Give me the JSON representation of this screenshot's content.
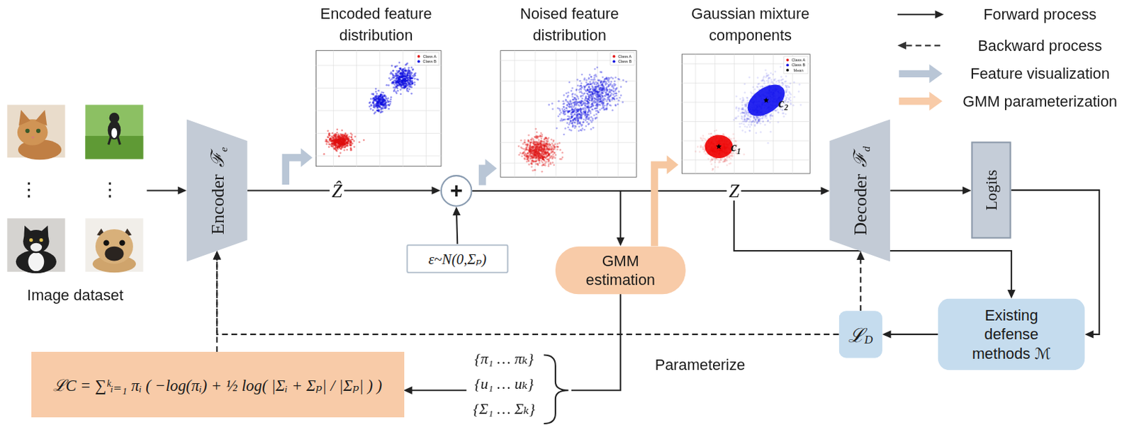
{
  "diagram": {
    "nodes": [
      {
        "text": [
          "Image dataset"
        ]
      },
      {
        "text": [
          "Encoder",
          "ℱ",
          "e"
        ]
      },
      {
        "text": [
          "Encoded feature distribution"
        ]
      },
      {
        "text": [
          "+"
        ]
      },
      {
        "text": [
          "ε~N(0,Σₚ)"
        ]
      },
      {
        "text": [
          "Noised feature distribution"
        ]
      },
      {
        "text": [
          "GMM estimation"
        ]
      },
      {
        "text": [
          "Gaussian mixture components"
        ]
      },
      {
        "text": [
          "Decoder",
          "ℱ",
          "d"
        ]
      },
      {
        "text": [
          "Logits"
        ]
      },
      {
        "text": [
          "Existing defense methods ℳ"
        ]
      },
      {
        "text": [
          "ℒ",
          "D"
        ]
      },
      {
        "text": [
          "ℒC = ∑ᵏᵢ₌₁ πᵢ ( −log(πᵢ) + ½ log( |Σᵢ + Σₚ| / |Σₚ| ) )"
        ]
      }
    ],
    "edges": [
      {
        "from": 0,
        "to": 1,
        "arrow": "to"
      },
      {
        "from": 1,
        "to": 3,
        "label": "Ẑ",
        "arrow": "to"
      },
      {
        "from": 4,
        "to": 3,
        "arrow": "to"
      },
      {
        "from": 3,
        "to": 8,
        "label": "Z",
        "arrow": "to"
      },
      {
        "from": 3,
        "to": 6,
        "arrow": "to"
      },
      {
        "from": 8,
        "to": 9,
        "arrow": "to"
      },
      {
        "from": 9,
        "to": 10,
        "arrow": "to"
      },
      {
        "from": 3,
        "to": 10,
        "arrow": "to"
      },
      {
        "from": 10,
        "to": 11,
        "arrow": "to"
      },
      {
        "from": 11,
        "to": 8,
        "arrow": "to"
      },
      {
        "from": 11,
        "to": 1,
        "arrow": "to"
      },
      {
        "from": 6,
        "to": 12,
        "arrow": "to"
      },
      {
        "from": 12,
        "to": 1,
        "arrow": "to"
      },
      {
        "from": 1,
        "to": 2,
        "arrow": "to"
      },
      {
        "from": 3,
        "to": 5,
        "arrow": "to"
      },
      {
        "from": 6,
        "to": 7,
        "arrow": "to"
      }
    ],
    "labels": [
      "⋮",
      "⋮",
      "{π₁ … πₖ}",
      "{u₁ … uₖ}",
      "{Σ₁ … Σₖ}",
      "Parameterize",
      "c₁",
      "c₂",
      "Class A",
      "Class B",
      "Class A",
      "Class B",
      "Class A",
      "Class B",
      "Mean"
    ],
    "legend": [
      {
        "text": "Forward process"
      },
      {
        "text": "Backward process"
      },
      {
        "text": "Feature visualization",
        "color": "#b9c6d6"
      },
      {
        "text": "GMM parameterization",
        "color": "#f8cba8"
      }
    ]
  }
}
